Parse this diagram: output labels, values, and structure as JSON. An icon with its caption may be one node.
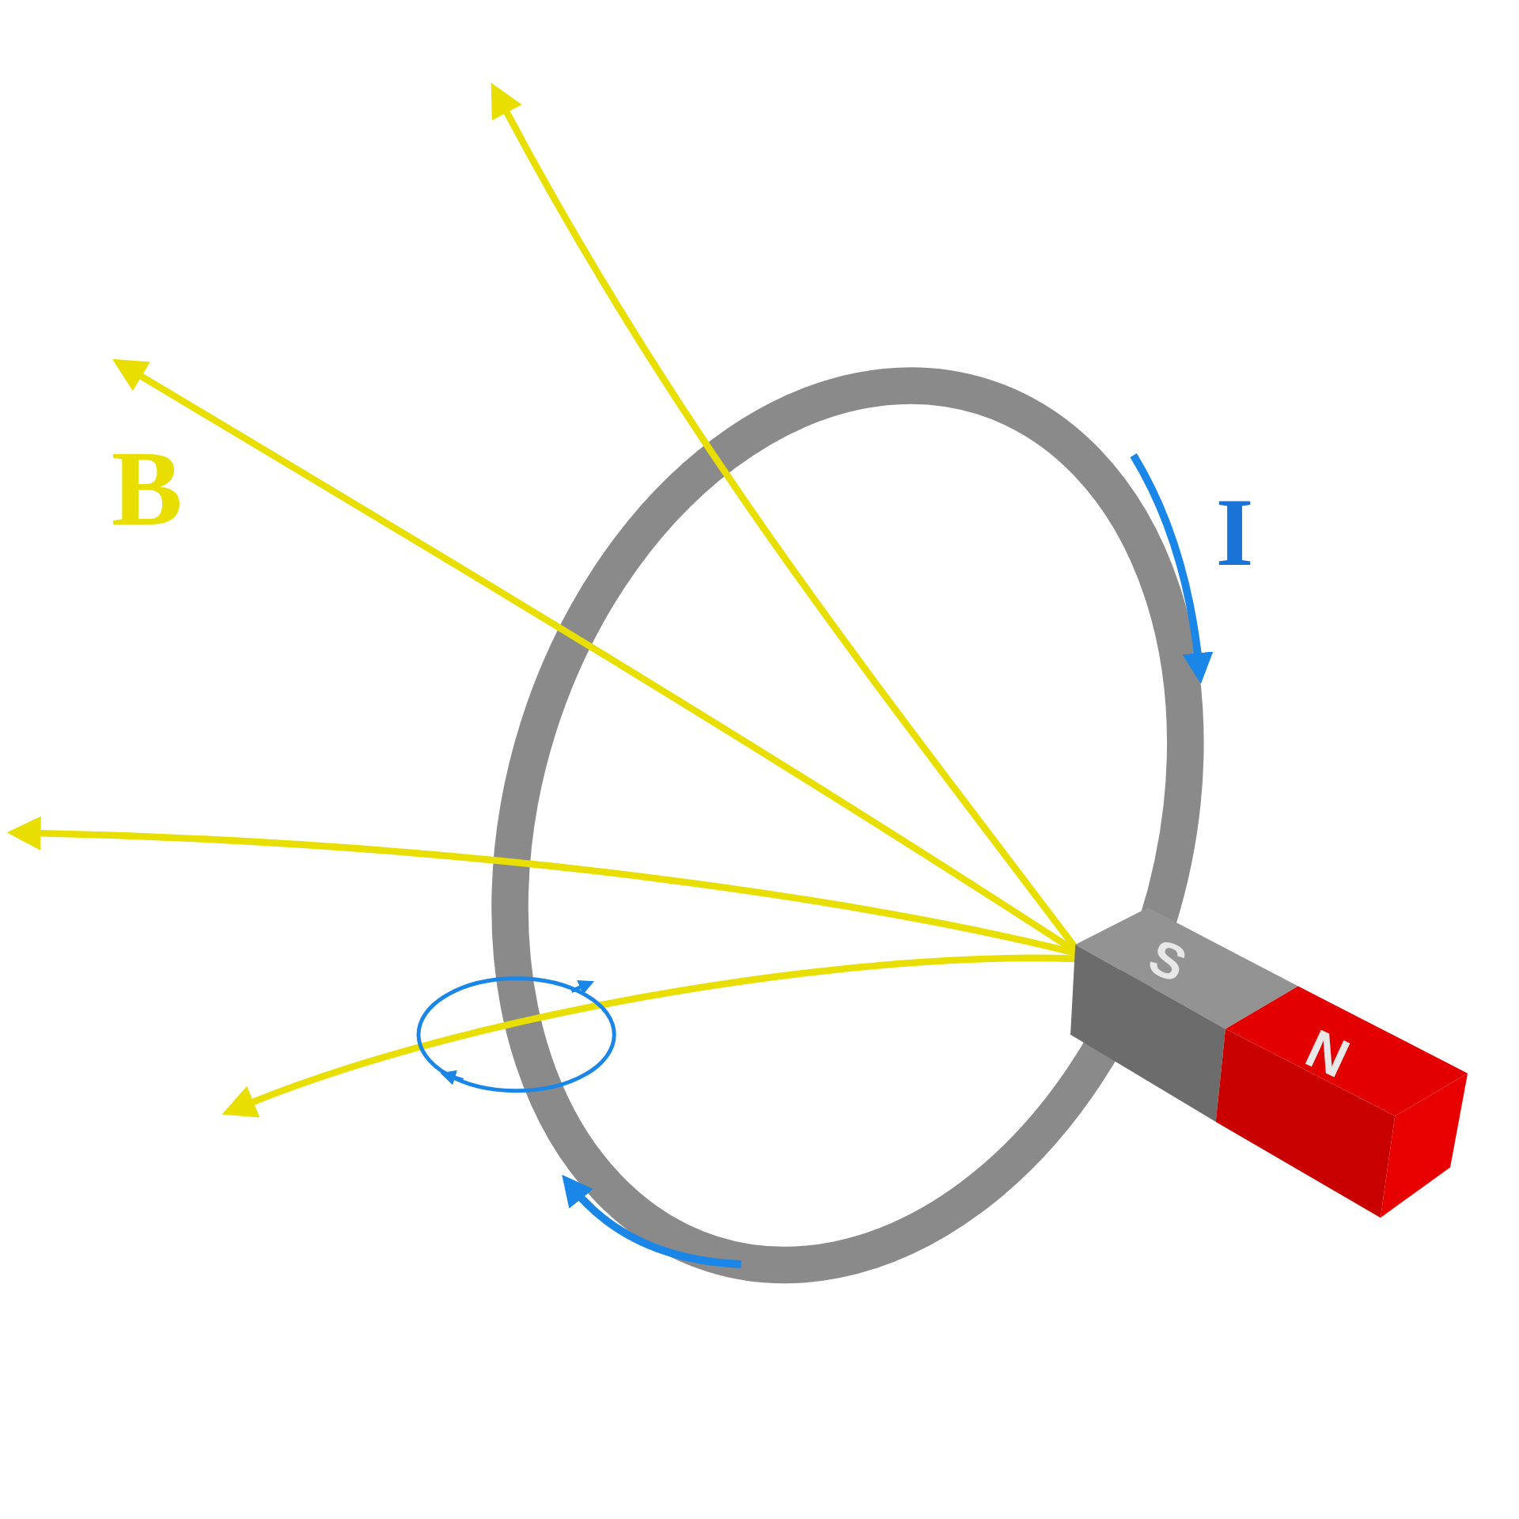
{
  "diagram": {
    "labels": [
      "B",
      "I",
      "S",
      "N"
    ]
  }
}
